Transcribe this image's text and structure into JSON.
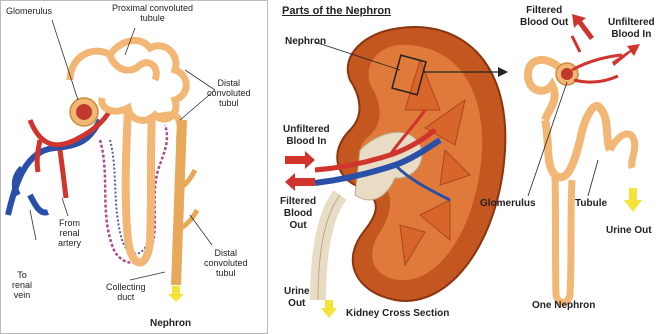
{
  "left_panel": {
    "labels": {
      "glomerulus": "Glomerulus",
      "proximal": "Proximal convoluted\ntubule",
      "distal_top": "Distal\nconvoluted\ntubul",
      "from_renal_artery": "From\nrenal\nartery",
      "to_renal_vein": "To\nrenal\nvein",
      "collecting_duct": "Collecting\nduct",
      "distal_bottom": "Distal\nconvoluted\ntubul",
      "nephron": "Nephron"
    }
  },
  "right_panel": {
    "title": "Parts of the Nephron",
    "labels": {
      "nephron": "Nephron",
      "unfiltered_left": "Unfiltered\nBlood In",
      "filtered_left": "Filtered\nBlood\nOut",
      "urine_out_left": "Urine\nOut",
      "kidney_cross": "Kidney Cross Section",
      "filtered_top": "Filtered\nBlood Out",
      "unfiltered_right": "Unfiltered\nBlood In",
      "glomerulus": "Glomerulus",
      "tubule": "Tubule",
      "urine_out_right": "Urine Out",
      "one_nephron": "One Nephron"
    }
  },
  "colors": {
    "artery": "#d0342c",
    "vein": "#2a4fa8",
    "tubule": "#f2b774",
    "kidney": "#c4561f",
    "arrow_yellow": "#f6e33a"
  }
}
